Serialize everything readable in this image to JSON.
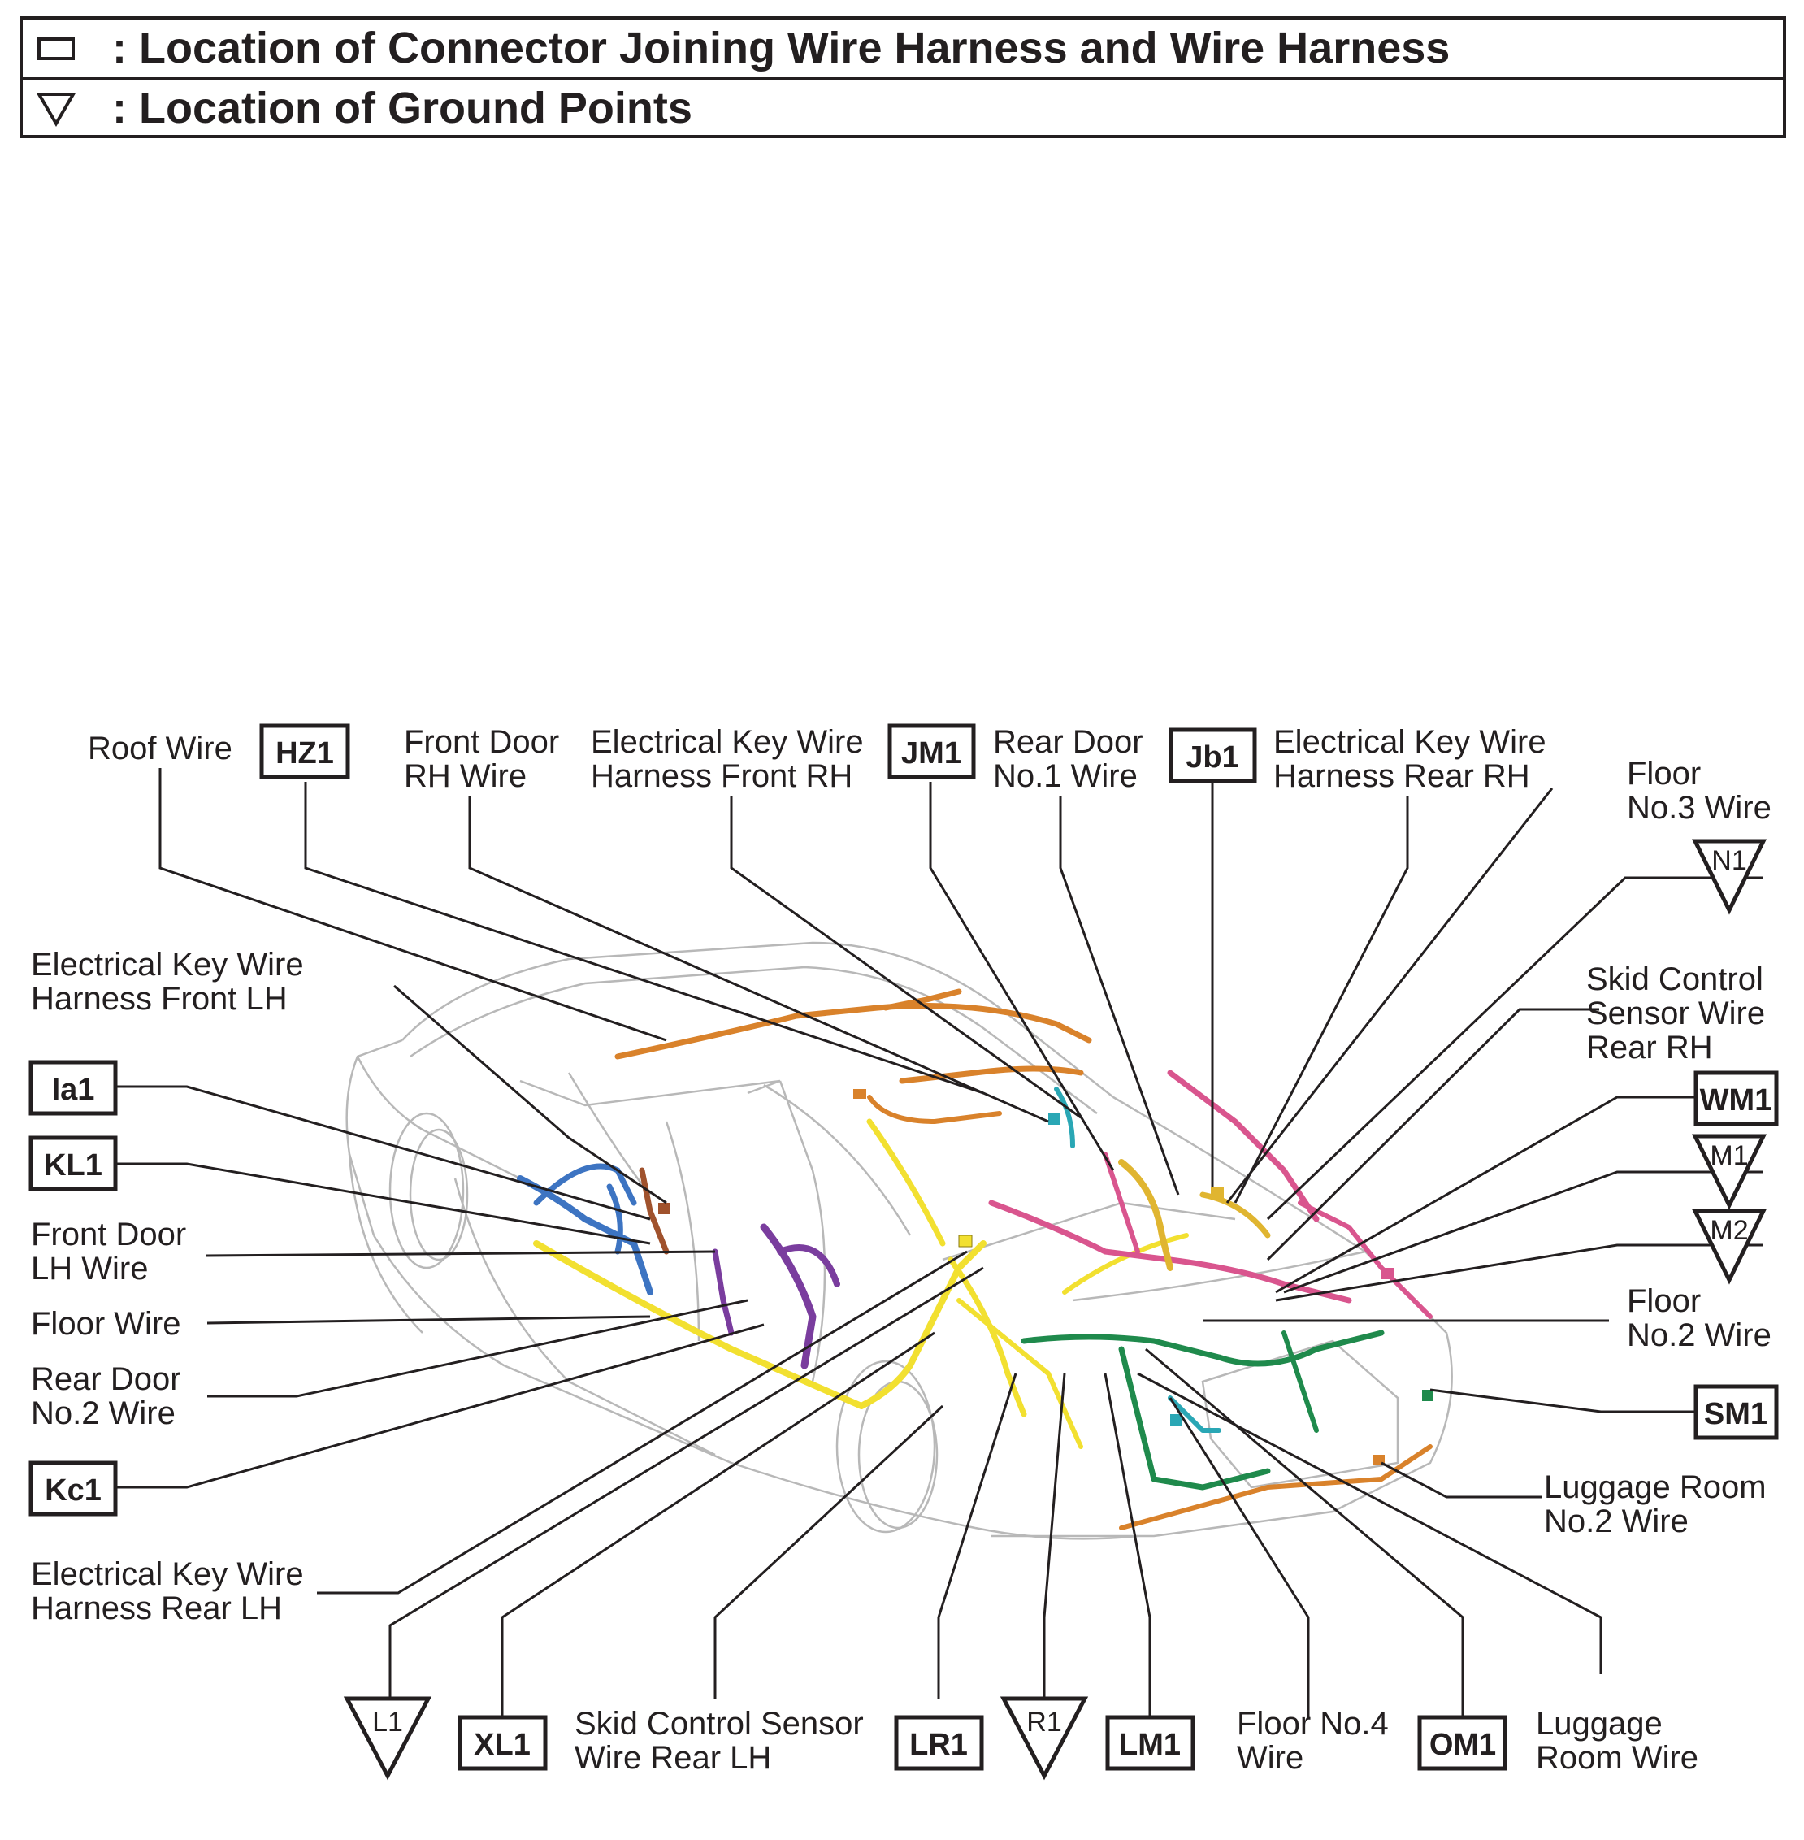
{
  "legend": {
    "connector_text": ": Location of Connector Joining Wire Harness and Wire Harness",
    "ground_text": ": Location of Ground Points"
  },
  "labels": {
    "roof_wire": "Roof Wire",
    "front_door_rh_1": "Front Door",
    "front_door_rh_2": "RH Wire",
    "ekw_front_rh_1": "Electrical Key Wire",
    "ekw_front_rh_2": "Harness Front RH",
    "rear_door_no1_1": "Rear Door",
    "rear_door_no1_2": "No.1 Wire",
    "ekw_rear_rh_1": "Electrical Key Wire",
    "ekw_rear_rh_2": "Harness Rear RH",
    "floor_no3_1": "Floor",
    "floor_no3_2": "No.3 Wire",
    "skid_rear_rh_1": "Skid Control",
    "skid_rear_rh_2": "Sensor Wire",
    "skid_rear_rh_3": "Rear RH",
    "floor_no2_1": "Floor",
    "floor_no2_2": "No.2 Wire",
    "luggage_no2_1": "Luggage Room",
    "luggage_no2_2": "No.2 Wire",
    "ekw_front_lh_1": "Electrical Key Wire",
    "ekw_front_lh_2": "Harness Front LH",
    "front_door_lh_1": "Front Door",
    "front_door_lh_2": "LH Wire",
    "floor_wire": "Floor Wire",
    "rear_door_no2_1": "Rear Door",
    "rear_door_no2_2": "No.2 Wire",
    "ekw_rear_lh_1": "Electrical Key Wire",
    "ekw_rear_lh_2": "Harness Rear LH",
    "skid_rear_lh_1": "Skid Control Sensor",
    "skid_rear_lh_2": "Wire Rear LH",
    "floor_no4_1": "Floor No.4",
    "floor_no4_2": "Wire",
    "luggage_room_1": "Luggage",
    "luggage_room_2": "Room Wire"
  },
  "connectors": {
    "HZ1": "HZ1",
    "JM1": "JM1",
    "Jb1": "Jb1",
    "WM1": "WM1",
    "SM1": "SM1",
    "Ia1": "Ia1",
    "KL1": "KL1",
    "Kc1": "Kc1",
    "XL1": "XL1",
    "LR1": "LR1",
    "LM1": "LM1",
    "OM1": "OM1"
  },
  "grounds": {
    "N1": "N1",
    "M1": "M1",
    "M2": "M2",
    "L1": "L1",
    "R1": "R1"
  },
  "colors": {
    "outline": "#231f20",
    "car_outline": "#b8b8b8",
    "wire_orange": "#d9822b",
    "wire_yellow": "#f2e030",
    "wire_pink": "#d9558e",
    "wire_green": "#1f8a4c",
    "wire_blue": "#3d74c2",
    "wire_purple": "#7a3d9e",
    "wire_teal": "#2aa7b5",
    "wire_gold": "#e0b530",
    "wire_brown": "#a0522d"
  }
}
